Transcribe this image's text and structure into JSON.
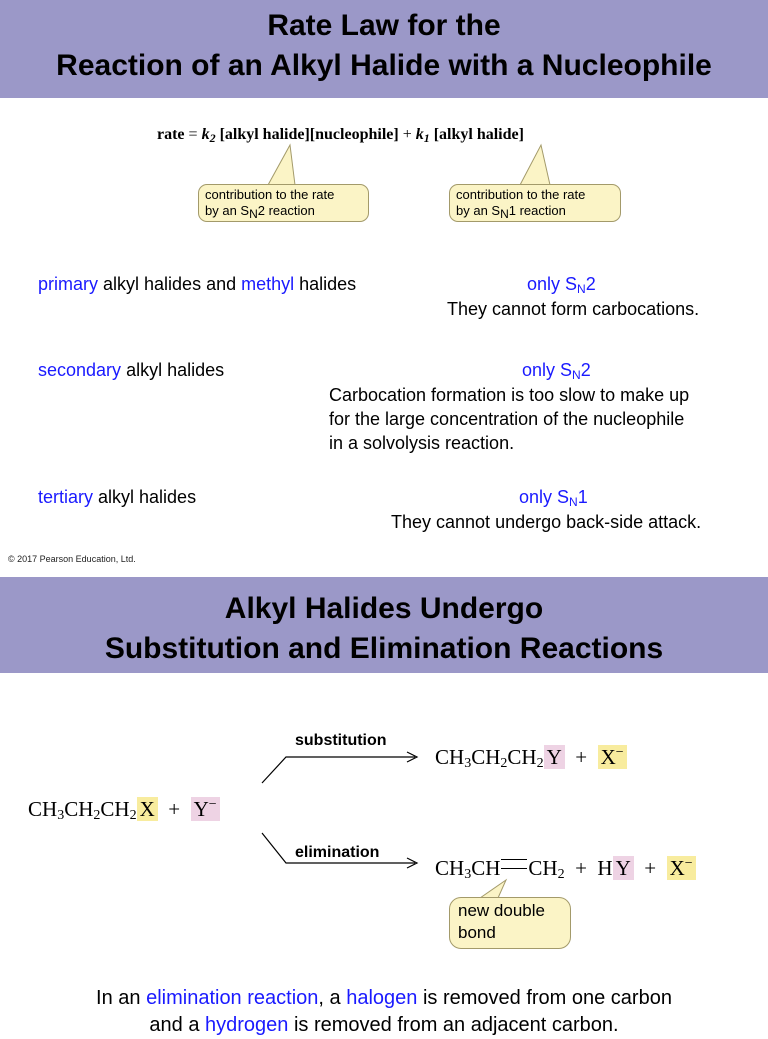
{
  "slide1": {
    "title_line1": "Rate Law for the",
    "title_line2": "Reaction of an Alkyl Halide with a Nucleophile",
    "equation": {
      "rate": "rate",
      "equals": "=",
      "k": "k",
      "k2_sub": "2",
      "term1": "[alkyl halide][nucleophile]",
      "plus": "+",
      "k1_sub": "1",
      "term2": "[alkyl halide]"
    },
    "callout_sn2": {
      "line1": "contribution to the rate",
      "line2_pre": "by an S",
      "line2_sub": "N",
      "line2_post": "2 reaction"
    },
    "callout_sn1": {
      "line1": "contribution to the rate",
      "line2_pre": "by an S",
      "line2_sub": "N",
      "line2_post": "1 reaction"
    },
    "rows": [
      {
        "kw1": "primary",
        "mid": " alkyl halides and ",
        "kw2": "methyl",
        "end": " halides",
        "result_pre": "only S",
        "result_sub": "N",
        "result_post": "2",
        "note": "They cannot form carbocations."
      },
      {
        "kw1": "secondary",
        "end": " alkyl halides",
        "result_pre": "only S",
        "result_sub": "N",
        "result_post": "2",
        "note_lines": [
          "Carbocation formation is too slow to make up",
          "for the large concentration of the nucleophile",
          "in a solvolysis reaction."
        ]
      },
      {
        "kw1": "tertiary",
        "end": " alkyl halides",
        "result_pre": "only S",
        "result_sub": "N",
        "result_post": "1",
        "note": "They cannot undergo back-side attack."
      }
    ],
    "copyright": "© 2017 Pearson Education, Ltd."
  },
  "slide2": {
    "title_line1": "Alkyl Halides Undergo",
    "title_line2": "Substitution and Elimination Reactions",
    "reactant": {
      "ch3": "CH",
      "s3": "3",
      "ch2a": "CH",
      "s2a": "2",
      "ch2b": "CH",
      "s2b": "2",
      "x": "X",
      "plus": "+",
      "y": "Y",
      "y_charge": "−"
    },
    "substitution_label": "substitution",
    "elimination_label": "elimination",
    "sub_product": {
      "a": "CH",
      "s3": "3",
      "b": "CH",
      "s2a": "2",
      "c": "CH",
      "s2b": "2",
      "y": "Y",
      "plus": "+",
      "x": "X",
      "x_charge": "−"
    },
    "elim_product": {
      "a": "CH",
      "s3": "3",
      "b": "CH",
      "c": "CH",
      "s2": "2",
      "plus1": "+",
      "h": "H",
      "y": "Y",
      "plus2": "+",
      "x": "X",
      "x_charge": "−"
    },
    "bond_callout_line1": "new double",
    "bond_callout_line2": "bond",
    "footer": {
      "l1_a": "In an ",
      "l1_b": "elimination reaction",
      "l1_c": ", a ",
      "l1_d": "halogen",
      "l1_e": " is removed from one carbon",
      "l2_a": "and a ",
      "l2_b": "hydrogen",
      "l2_c": " is removed from an adjacent carbon."
    }
  },
  "colors": {
    "banner": "#9b98c8",
    "keyword": "#1a1aff",
    "callout": "#fbf4c6",
    "highlight_y": "#eed3e4",
    "highlight_x": "#f8ec9e"
  }
}
